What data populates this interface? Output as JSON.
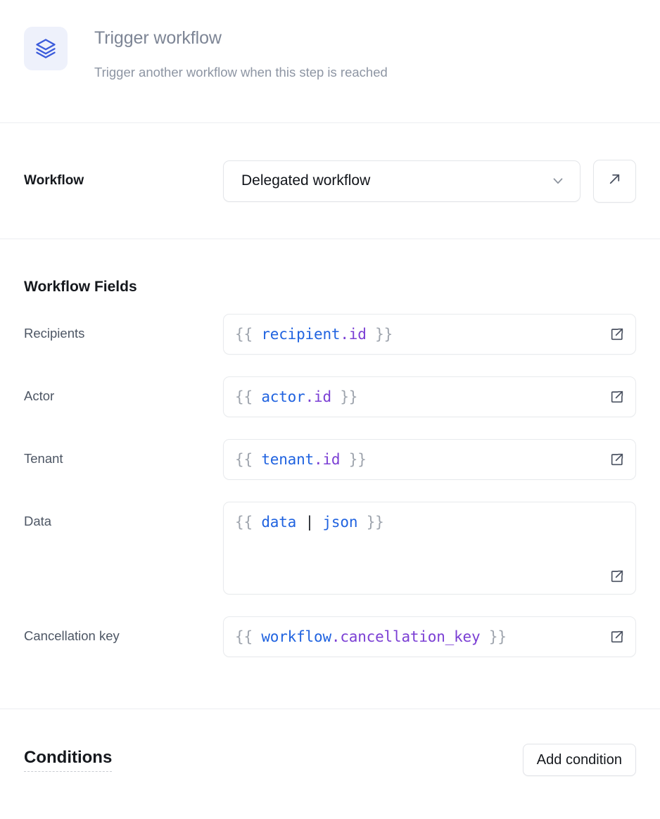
{
  "header": {
    "icon": "layers-icon",
    "icon_color": "#3b5bdb",
    "icon_bg": "#eef1fb",
    "title": "Trigger workflow",
    "subtitle": "Trigger another workflow when this step is reached"
  },
  "workflow_section": {
    "label": "Workflow",
    "select": {
      "selected_value": "Delegated workflow",
      "chevron_icon": "chevron-down-icon"
    },
    "open_button_icon": "arrow-up-right-icon"
  },
  "workflow_fields": {
    "heading": "Workflow Fields",
    "expand_icon": "external-link-icon",
    "fields": [
      {
        "label": "Recipients",
        "value": "{{ recipient.id }}",
        "tall": false,
        "tokens": [
          {
            "text": "{{ ",
            "type": "brace"
          },
          {
            "text": "recipient",
            "type": "obj"
          },
          {
            "text": ".",
            "type": "dot"
          },
          {
            "text": "id",
            "type": "prop"
          },
          {
            "text": " }}",
            "type": "brace"
          }
        ]
      },
      {
        "label": "Actor",
        "value": "{{ actor.id }}",
        "tall": false,
        "tokens": [
          {
            "text": "{{ ",
            "type": "brace"
          },
          {
            "text": "actor",
            "type": "obj"
          },
          {
            "text": ".",
            "type": "dot"
          },
          {
            "text": "id",
            "type": "prop"
          },
          {
            "text": " }}",
            "type": "brace"
          }
        ]
      },
      {
        "label": "Tenant",
        "value": "{{ tenant.id }}",
        "tall": false,
        "tokens": [
          {
            "text": "{{ ",
            "type": "brace"
          },
          {
            "text": "tenant",
            "type": "obj"
          },
          {
            "text": ".",
            "type": "dot"
          },
          {
            "text": "id",
            "type": "prop"
          },
          {
            "text": " }}",
            "type": "brace"
          }
        ]
      },
      {
        "label": "Data",
        "value": "{{ data | json }}",
        "tall": true,
        "tokens": [
          {
            "text": "{{ ",
            "type": "brace"
          },
          {
            "text": "data",
            "type": "obj"
          },
          {
            "text": " ",
            "type": "brace"
          },
          {
            "text": "|",
            "type": "pipe"
          },
          {
            "text": " ",
            "type": "brace"
          },
          {
            "text": "json",
            "type": "filter"
          },
          {
            "text": " }}",
            "type": "brace"
          }
        ]
      },
      {
        "label": "Cancellation key",
        "value": "{{ workflow.cancellation_key }}",
        "tall": false,
        "tokens": [
          {
            "text": "{{ ",
            "type": "brace"
          },
          {
            "text": "workflow",
            "type": "obj"
          },
          {
            "text": ".",
            "type": "dot"
          },
          {
            "text": "cancellation_key",
            "type": "prop"
          },
          {
            "text": " }}",
            "type": "brace"
          }
        ]
      }
    ]
  },
  "conditions_section": {
    "title": "Conditions",
    "add_button_label": "Add condition"
  }
}
